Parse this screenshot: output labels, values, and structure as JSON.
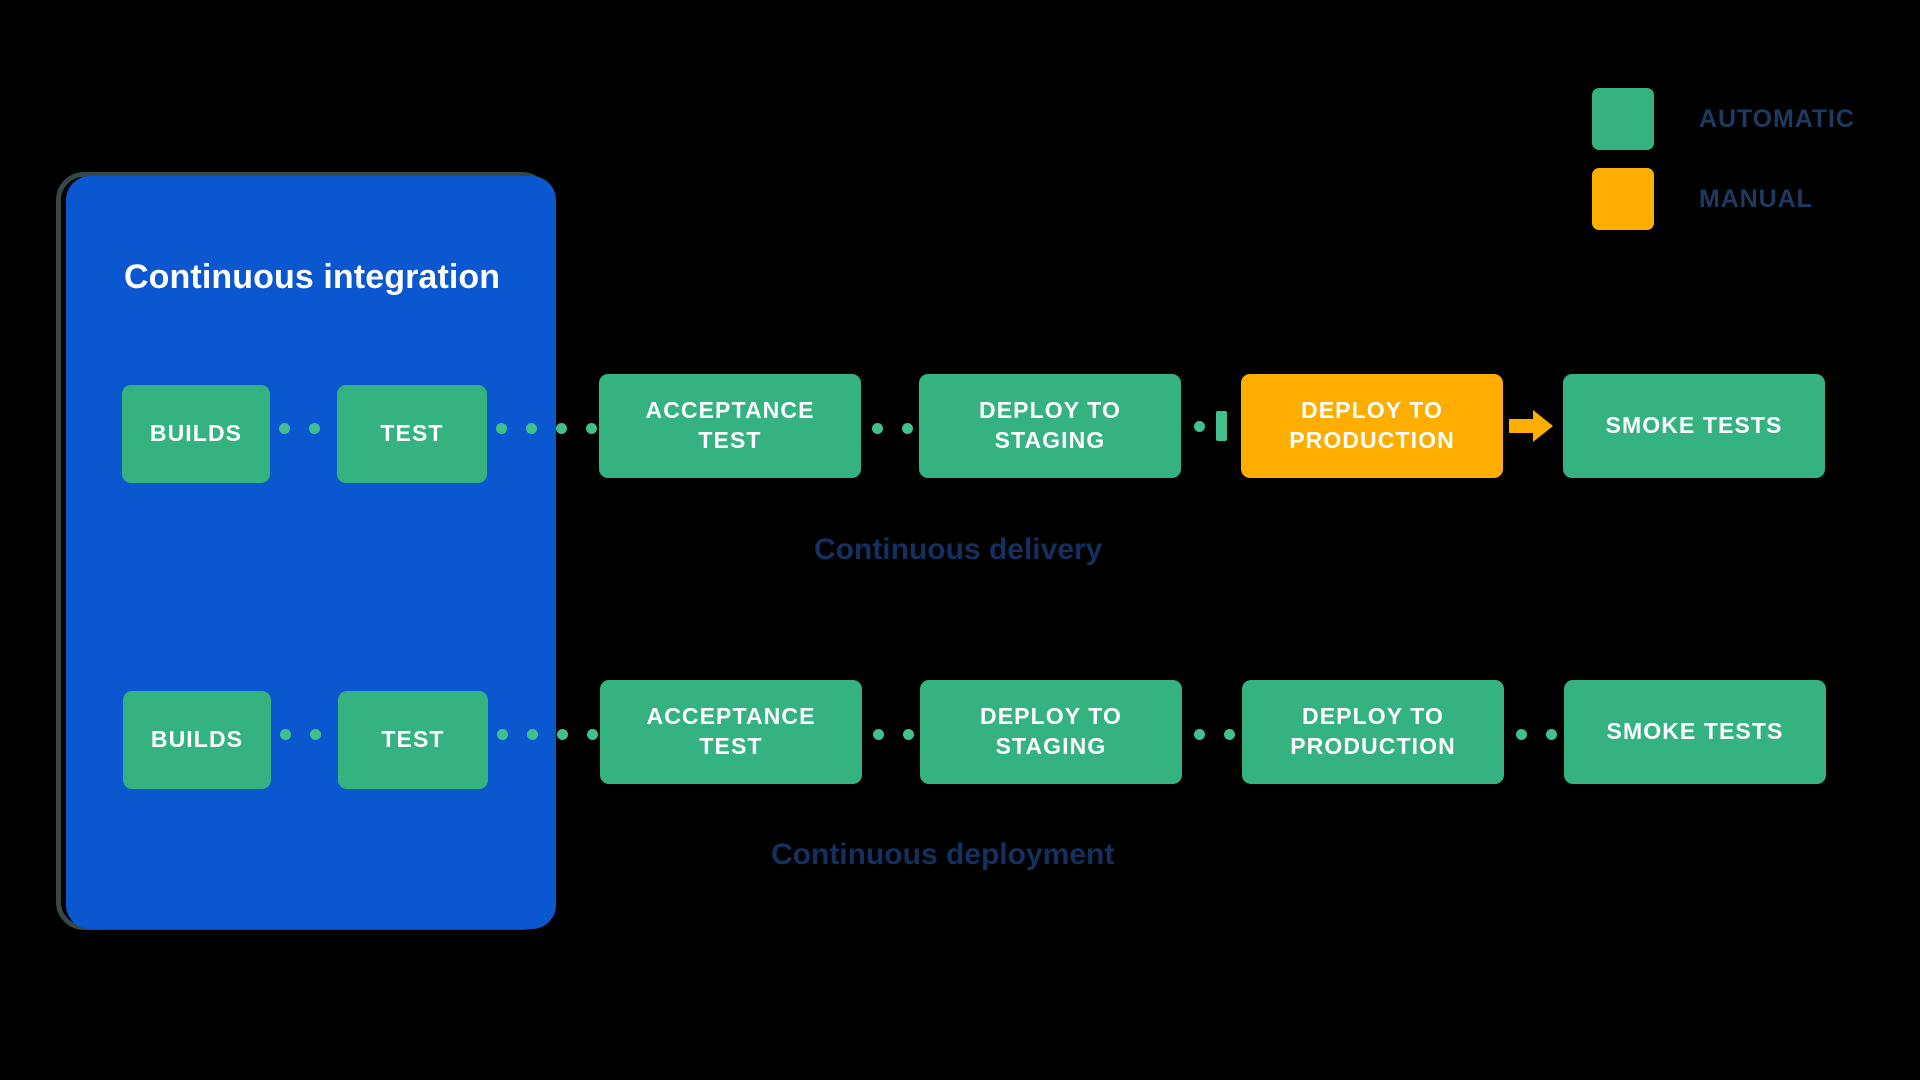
{
  "colors": {
    "background": "#000000",
    "automatic": "#34b27f",
    "manual": "#FFAE00",
    "ci_container": "#0B57D0",
    "ci_border": "#36474a",
    "connector_dot": "#41c08d",
    "caption_text": "#14305e",
    "legend_text": "#1e3a60"
  },
  "legend": {
    "items": [
      {
        "label": "AUTOMATIC",
        "swatch": "#34b27f",
        "kind": "automatic"
      },
      {
        "label": "MANUAL",
        "swatch": "#FFAE00",
        "kind": "manual"
      }
    ]
  },
  "ci": {
    "title": "Continuous integration"
  },
  "flows": [
    {
      "id": "continuous-delivery",
      "caption": "Continuous delivery",
      "stages": [
        {
          "label": "BUILDS",
          "kind": "automatic",
          "inside_ci": true
        },
        {
          "label": "TEST",
          "kind": "automatic",
          "inside_ci": true
        },
        {
          "label": "ACCEPTANCE\nTEST",
          "kind": "automatic",
          "inside_ci": false
        },
        {
          "label": "DEPLOY TO\nSTAGING",
          "kind": "automatic",
          "inside_ci": false
        },
        {
          "label": "DEPLOY TO\nPRODUCTION",
          "kind": "manual",
          "inside_ci": false
        },
        {
          "label": "SMOKE TESTS",
          "kind": "automatic",
          "inside_ci": false
        }
      ],
      "connectors": [
        "dotted",
        "dotted",
        "dotted",
        "dotted-stub",
        "arrow"
      ]
    },
    {
      "id": "continuous-deployment",
      "caption": "Continuous deployment",
      "stages": [
        {
          "label": "BUILDS",
          "kind": "automatic",
          "inside_ci": true
        },
        {
          "label": "TEST",
          "kind": "automatic",
          "inside_ci": true
        },
        {
          "label": "ACCEPTANCE\nTEST",
          "kind": "automatic",
          "inside_ci": false
        },
        {
          "label": "DEPLOY TO\nSTAGING",
          "kind": "automatic",
          "inside_ci": false
        },
        {
          "label": "DEPLOY TO\nPRODUCTION",
          "kind": "automatic",
          "inside_ci": false
        },
        {
          "label": "SMOKE TESTS",
          "kind": "automatic",
          "inside_ci": false
        }
      ],
      "connectors": [
        "dotted",
        "dotted",
        "dotted",
        "dotted",
        "dotted"
      ]
    }
  ]
}
